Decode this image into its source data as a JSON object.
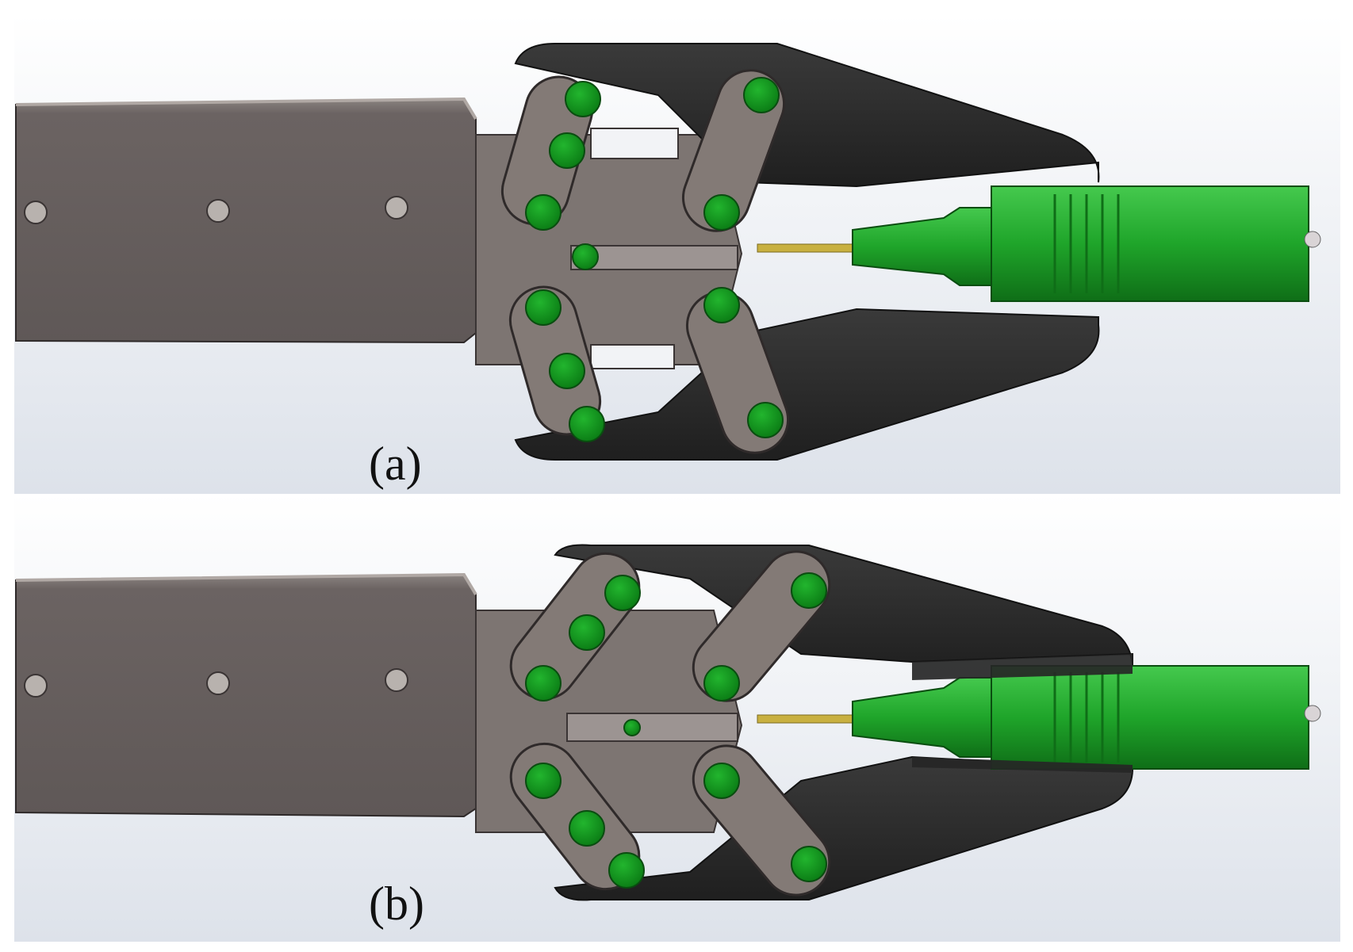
{
  "panels": [
    {
      "id": "a",
      "label": "(a)",
      "state": "open"
    },
    {
      "id": "b",
      "label": "(b)",
      "state": "closed"
    }
  ],
  "colors": {
    "background_top": "#ffffff",
    "background_bottom": "#dde2ea",
    "arm": "#686060",
    "arm_edge": "#2f2a2a",
    "link": "#837a76",
    "jaw": "#2b2b2b",
    "pin": "#0f8f1a",
    "pin_edge": "#0a4d10",
    "connector": "#1fa52a",
    "connector_dark": "#127a1c",
    "ferrule": "#c8b040"
  },
  "icons": [
    "pivot-pin-icon",
    "mounting-hole-icon"
  ]
}
